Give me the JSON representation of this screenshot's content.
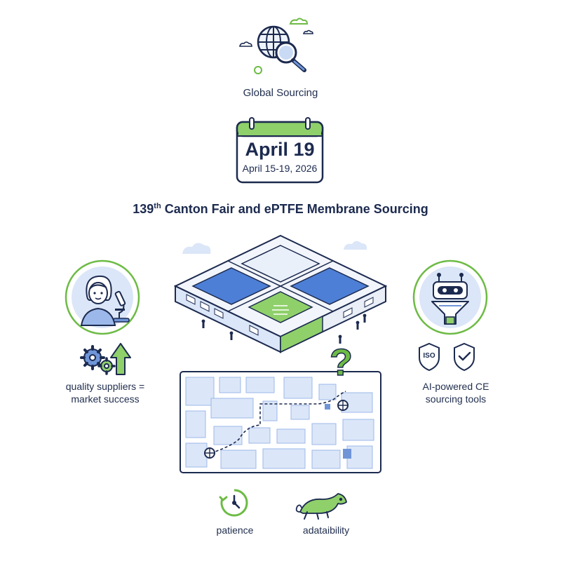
{
  "header": {
    "globe_label": "Global Sourcing"
  },
  "calendar": {
    "date": "April 19",
    "range": "April 15-19, 2026"
  },
  "title": {
    "number": "139",
    "suffix": "th",
    "rest": " Canton Fair and ePTFE Membrane Sourcing"
  },
  "left_panel": {
    "label_line1": "quality suppliers =",
    "label_line2": "market success"
  },
  "right_panel": {
    "label_line1": "AI-powered CE",
    "label_line2": "sourcing tools",
    "badge_text": "ISO"
  },
  "map": {
    "question_mark": "?"
  },
  "bottom": {
    "patience_label": "patience",
    "adaptability_label": "adataibility"
  },
  "colors": {
    "navy": "#1c2a4f",
    "green": "#6dbb45",
    "blue": "#6f95d8",
    "light_blue": "#dbe6f8"
  }
}
